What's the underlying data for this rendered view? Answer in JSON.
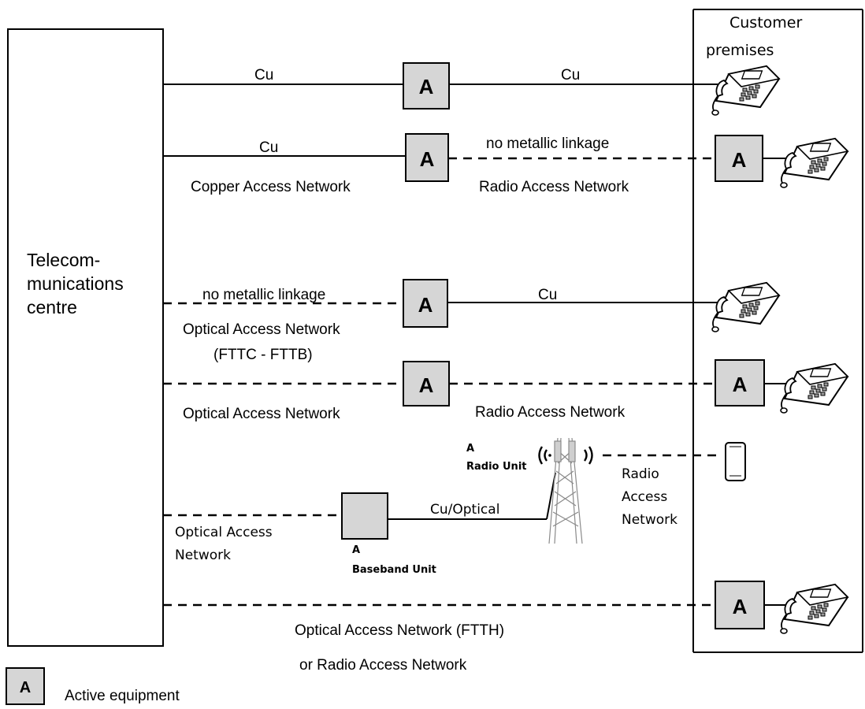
{
  "centre": {
    "title_lines": [
      "Telecom-",
      "munications",
      "centre"
    ]
  },
  "premises": {
    "title_lines": [
      "Customer",
      "premises"
    ]
  },
  "active_letter": "A",
  "rows": {
    "r1": {
      "left_label": "Cu",
      "right_label": "Cu"
    },
    "r2": {
      "left_label": "Cu",
      "right_label": "no metallic linkage",
      "left_network": "Copper Access Network",
      "right_network": "Radio Access Network"
    },
    "r3": {
      "left_label": "no metallic linkage",
      "right_label": "Cu",
      "left_network_lines": [
        "Optical Access Network",
        "(FTTC - FTTB)"
      ]
    },
    "r4": {
      "left_network": "Optical Access Network",
      "right_network": "Radio Access Network"
    },
    "r5": {
      "left_network_lines": [
        "Optical Access",
        "Network"
      ],
      "baseband_letter": "A",
      "baseband_label": "Baseband Unit",
      "link_label": "Cu/Optical",
      "radio_letter": "A",
      "radio_label": "Radio Unit",
      "right_network_lines": [
        "Radio",
        "Access",
        "Network"
      ]
    },
    "r6": {
      "network_lines": [
        "Optical Access Network (FTTH)",
        "or Radio Access Network"
      ]
    }
  },
  "legend": {
    "letter": "A",
    "label": "Active equipment"
  }
}
